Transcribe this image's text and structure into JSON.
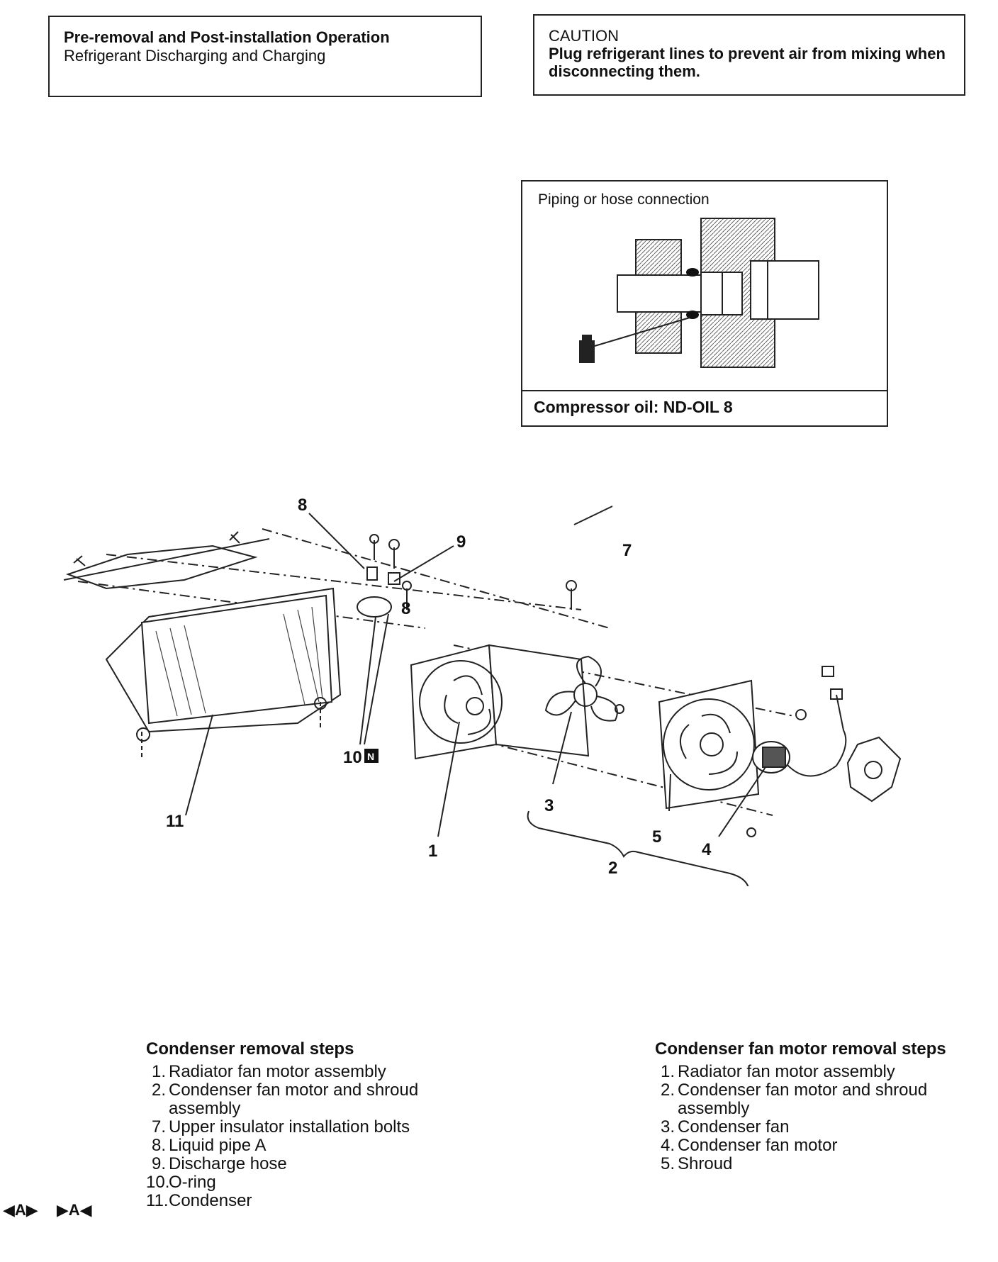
{
  "pre_operation": {
    "title": "Pre-removal and Post-installation Operation",
    "detail": "Refrigerant Discharging and Charging"
  },
  "caution": {
    "title": "CAUTION",
    "text": "Plug refrigerant lines to prevent air from mixing when disconnecting them."
  },
  "inset": {
    "title": "Piping or hose connection",
    "footer": "Compressor oil: ND-OIL 8"
  },
  "diagram": {
    "callouts": [
      "1",
      "2",
      "3",
      "4",
      "5",
      "7",
      "8",
      "8",
      "9",
      "10",
      "11"
    ]
  },
  "condenser_steps": {
    "title": "Condenser removal steps",
    "items": [
      {
        "num": "1.",
        "text": "Radiator fan motor assembly"
      },
      {
        "num": "2.",
        "text": "Condenser fan motor and shroud assembly"
      },
      {
        "num": "7.",
        "text": "Upper insulator installation bolts"
      },
      {
        "num": "8.",
        "text": "Liquid pipe A"
      },
      {
        "num": "9.",
        "text": "Discharge hose"
      },
      {
        "num": "10.",
        "text": "O-ring"
      },
      {
        "num": "11.",
        "text": "Condenser"
      }
    ],
    "markers": [
      "◀A▶",
      "▶A◀"
    ]
  },
  "fan_motor_steps": {
    "title": "Condenser fan motor removal steps",
    "items": [
      {
        "num": "1.",
        "text": "Radiator fan motor assembly"
      },
      {
        "num": "2.",
        "text": "Condenser fan motor and shroud assembly"
      },
      {
        "num": "3.",
        "text": "Condenser fan"
      },
      {
        "num": "4.",
        "text": "Condenser fan motor"
      },
      {
        "num": "5.",
        "text": "Shroud"
      }
    ]
  }
}
